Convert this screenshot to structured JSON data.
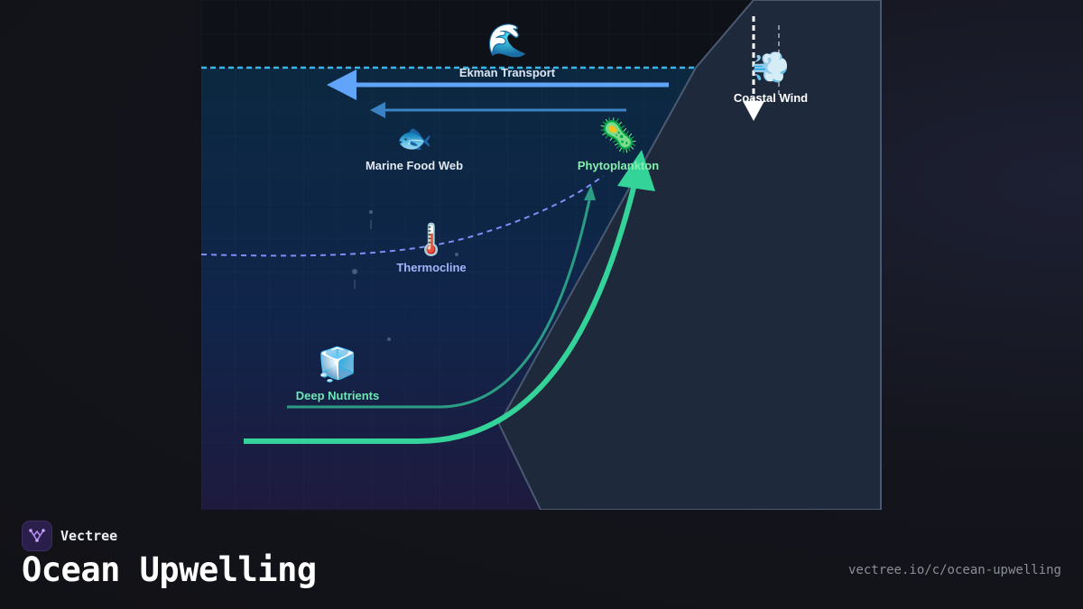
{
  "diagram": {
    "labels": {
      "ekman": "Ekman Transport",
      "wind": "Coastal Wind",
      "food_web": "Marine Food Web",
      "phyto": "Phytoplankton",
      "thermocline": "Thermocline",
      "nutrients": "Deep Nutrients"
    },
    "icons": {
      "wave": "🌊",
      "wind": "💨",
      "fish": "🐟",
      "microbe": "🦠",
      "thermometer": "🌡️",
      "ice": "🧊"
    },
    "colors": {
      "surface_line": "#38b6e8",
      "ekman_arrow": "#60a5fa",
      "upwelling": "#34d399",
      "thermocline": "#818cf8",
      "nutrients_label": "#6ee7b7",
      "phyto_label": "#86efac",
      "thermocline_label": "#a5b4fc"
    }
  },
  "brand": {
    "name": "Vectree"
  },
  "footer": {
    "title": "Ocean Upwelling",
    "url": "vectree.io/c/ocean-upwelling"
  }
}
